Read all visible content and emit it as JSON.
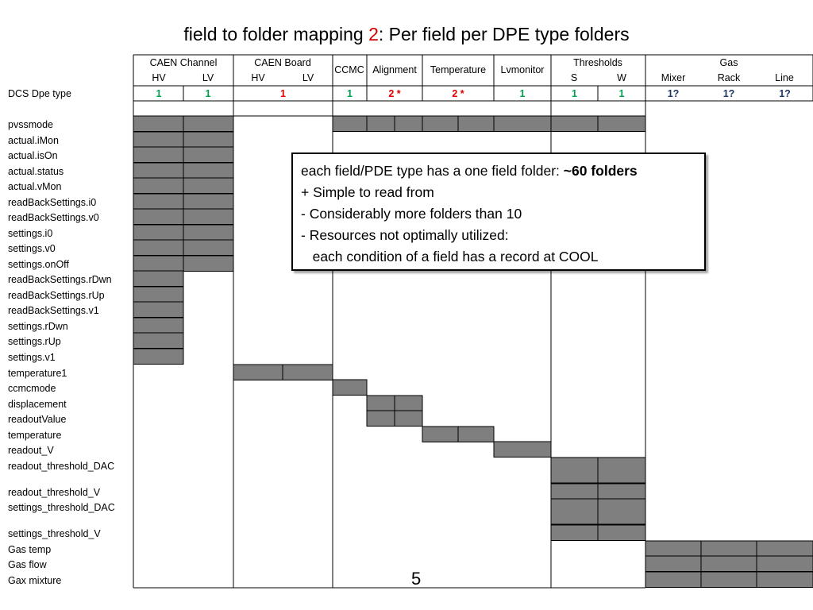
{
  "title": {
    "prefix": "field to folder mapping ",
    "number": "2",
    "suffix": ": Per field per DPE type folders"
  },
  "header": {
    "caen_channel": "CAEN Channel",
    "caen_board": "CAEN Board",
    "ccmc": "CCMC",
    "alignment": "Alignment",
    "temperature": "Temperature",
    "lvmonitor": "Lvmonitor",
    "thresholds": "Thresholds",
    "gas": "Gas",
    "sub": {
      "hv": "HV",
      "lv": "LV",
      "s": "S",
      "w": "W",
      "mixer": "Mixer",
      "rack": "Rack",
      "line": "Line"
    }
  },
  "dpe_type_label": "DCS Dpe type",
  "dpe_counts": [
    {
      "text": "1",
      "color": "#00a050",
      "col": 0
    },
    {
      "text": "1",
      "color": "#00a050",
      "col": 1
    },
    {
      "text": "1",
      "color": "#e00000",
      "col": "caen_board"
    },
    {
      "text": "1",
      "color": "#00a050",
      "col": "ccmc"
    },
    {
      "text": "2 *",
      "color": "#e00000",
      "col": "alignment"
    },
    {
      "text": "2 *",
      "color": "#e00000",
      "col": "temperature"
    },
    {
      "text": "1",
      "color": "#00a050",
      "col": "lvmonitor"
    },
    {
      "text": "1",
      "color": "#00a050",
      "col": "thr_s"
    },
    {
      "text": "1",
      "color": "#00a050",
      "col": "thr_w"
    },
    {
      "text": "1?",
      "color": "#1f3864",
      "col": "mixer"
    },
    {
      "text": "1?",
      "color": "#1f3864",
      "col": "rack"
    },
    {
      "text": "1?",
      "color": "#1f3864",
      "col": "line"
    }
  ],
  "rows": [
    "pvssmode",
    "actual.iMon",
    "actual.isOn",
    "actual.status",
    "actual.vMon",
    "readBackSettings.i0",
    "readBackSettings.v0",
    "settings.i0",
    "settings.v0",
    "settings.onOff",
    "readBackSettings.rDwn",
    "readBackSettings.rUp",
    "readBackSettings.v1",
    "settings.rDwn",
    "settings.rUp",
    "settings.v1",
    "temperature1",
    "ccmcmode",
    "displacement",
    "readoutValue",
    "temperature",
    "readout_V",
    "readout_threshold_DAC",
    "readout_threshold_V",
    "settings_threshold_DAC",
    "settings_threshold_V",
    "Gas temp",
    "Gas flow",
    "Gax mixture"
  ],
  "note": {
    "line1_text": "each field/PDE type has a one field folder: ",
    "line1_bold": "~60 folders",
    "line2": "+ Simple to read from",
    "line3": "-  Considerably more folders than 10",
    "line4": "-  Resources not optimally  utilized:",
    "line5": "   each condition of a field has a record at COOL"
  },
  "colors": {
    "fill": "#7f7f7f",
    "grid": "#000000"
  },
  "page_number": "5"
}
